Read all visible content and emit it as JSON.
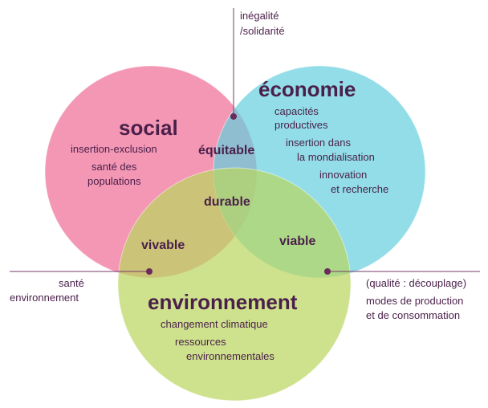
{
  "circles": {
    "social": {
      "title": "social",
      "lines": [
        "insertion-exclusion",
        "santé des",
        "populations"
      ],
      "color": "#ee6f97"
    },
    "economie": {
      "title": "économie",
      "lines": [
        "capacités",
        "productives",
        "insertion dans",
        "la mondialisation",
        "innovation",
        "et recherche"
      ],
      "color": "#64cfdd"
    },
    "environnement": {
      "title": "environnement",
      "lines": [
        "changement climatique",
        "ressources",
        "environnementales"
      ],
      "color": "#b9d65e"
    }
  },
  "intersections": {
    "equitable": "équitable",
    "vivable": "vivable",
    "viable": "viable",
    "durable": "durable"
  },
  "annotations": {
    "top": [
      "inégalité",
      "/solidarité"
    ],
    "left": [
      "santé",
      "environnement"
    ],
    "right": [
      "(qualité : découplage)",
      "modes de production",
      "et de consommation"
    ]
  },
  "colors": {
    "text": "#4a1f4a",
    "line": "#7a3a6a"
  }
}
